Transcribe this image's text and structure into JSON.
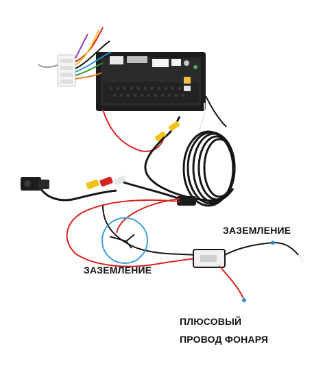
{
  "labels": {
    "ground_right": "ЗАЗЕМЛЕНИЕ",
    "ground_left": "ЗАЗЕМЛЕНИЕ",
    "plus_wire_line1": "ПЛЮСОВЫЙ",
    "plus_wire_line2": "ПРОВОД ФОНАРЯ"
  },
  "colors": {
    "background": "#ffffff",
    "unit_body": "#1c1c1e",
    "wire_red": "#d9231f",
    "wire_black": "#161616",
    "wire_white": "#e6e6e6",
    "rca_yellow": "#f2c21b",
    "callout_circle": "#3aa0d8",
    "tip_blue": "#2f8fd0"
  }
}
